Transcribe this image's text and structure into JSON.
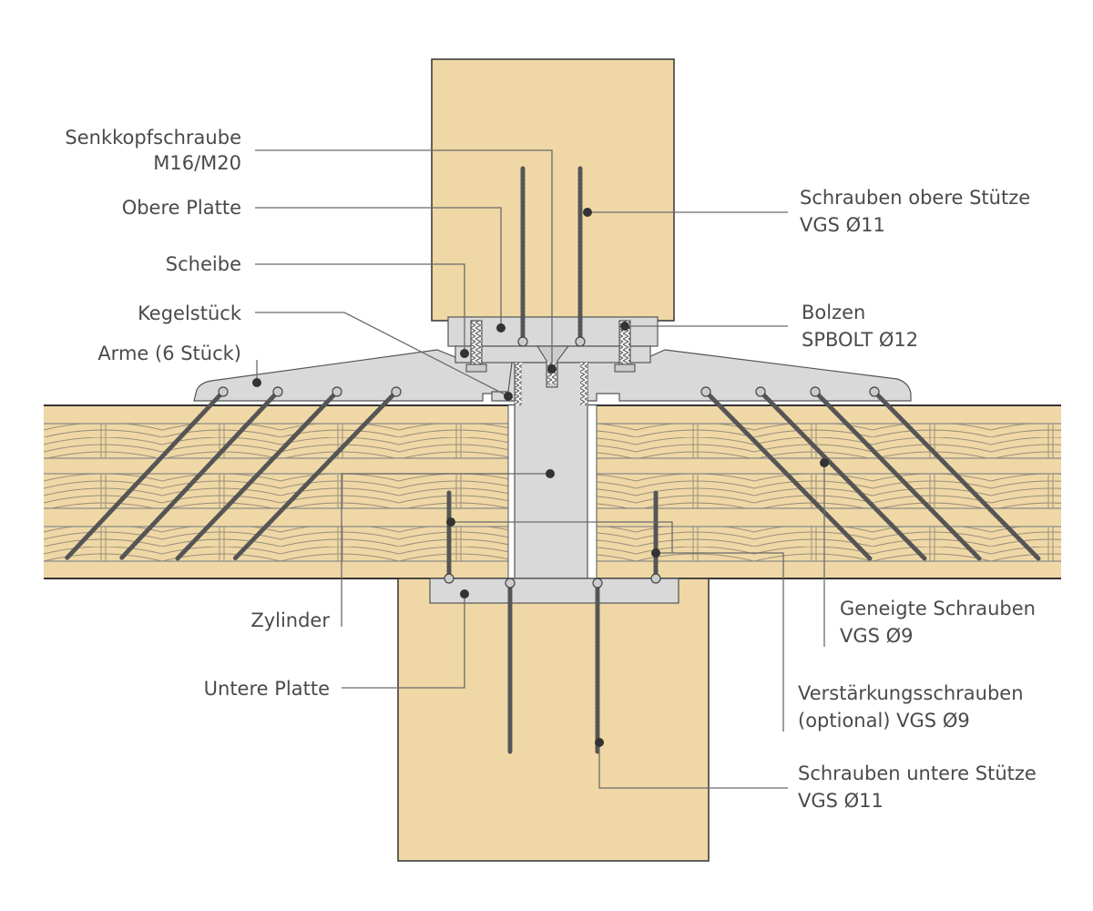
{
  "colors": {
    "wood": "#efd8a6",
    "steel": "#d9d9d9",
    "text": "#4a4a4a",
    "lines": "#6b6b6b"
  },
  "labels": {
    "senkkopf_1": "Senkkopfschraube",
    "senkkopf_2": "M16/M20",
    "obere_platte": "Obere Platte",
    "scheibe": "Scheibe",
    "kegelstueck": "Kegelstück",
    "arme": "Arme (6 Stück)",
    "zylinder": "Zylinder",
    "untere_platte": "Untere Platte",
    "schrauben_oben_1": "Schrauben obere Stütze",
    "schrauben_oben_2": "VGS Ø11",
    "bolzen_1": "Bolzen",
    "bolzen_2": "SPBOLT Ø12",
    "geneigt_1": "Geneigte Schrauben",
    "geneigt_2": "VGS Ø9",
    "verstaerkung_1": "Verstärkungsschrauben",
    "verstaerkung_2": "(optional) VGS Ø9",
    "schrauben_unten_1": "Schrauben untere Stütze",
    "schrauben_unten_2": "VGS Ø11"
  }
}
